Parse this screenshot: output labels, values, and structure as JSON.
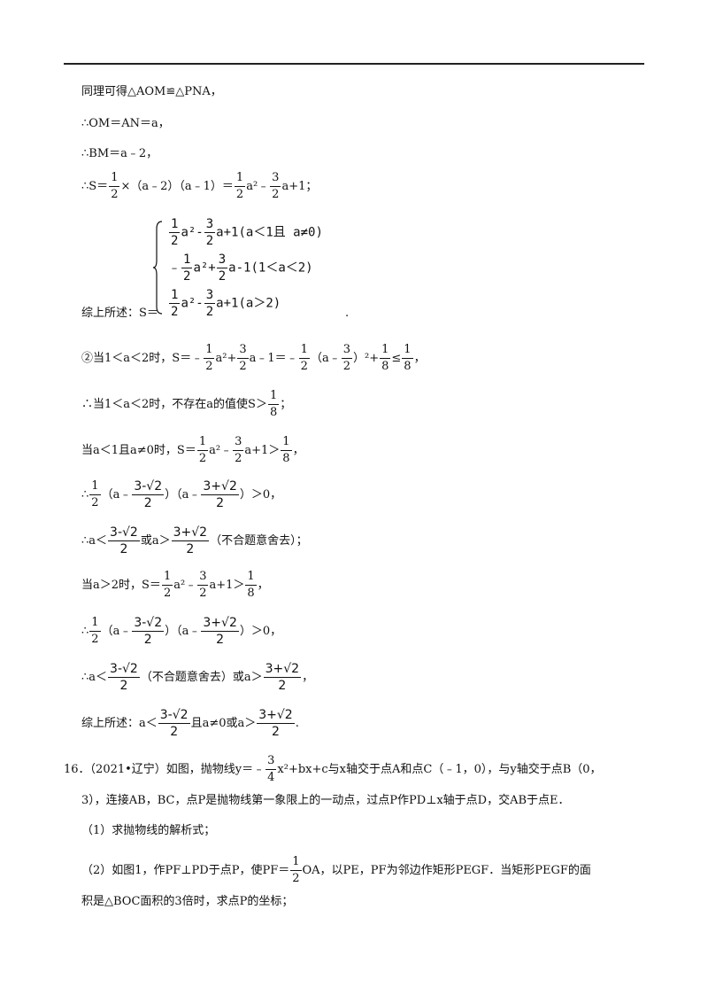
{
  "lines": {
    "l1": "同理可得△AOM≌△PNA，",
    "l2": "∴OM＝AN＝a，",
    "l3": "∴BM＝a﹣2，",
    "l4_prefix": "∴S＝",
    "l4_mid": "×（a﹣2）（a﹣1）＝",
    "l4_a2": "a²﹣",
    "l4_tail": "a+1；",
    "piece1_tail": "a+1(a＜1且 a≠0)",
    "piece2_pre": "﹣",
    "piece2_tail": "a-1(1＜a＜2)",
    "piece3_tail": "a+1(a＞2)",
    "l5_prefix": "综上所述：S＝",
    "l5_dot": ".",
    "l6_prefix": "②当1＜a＜2时，S＝﹣",
    "l6_a": "a²+",
    "l6_mid": "a﹣1＝﹣",
    "l6_paren": "（a﹣",
    "l6_sq": "）²+",
    "l6_le": "≤",
    "l6_end": "，",
    "l7_prefix": "∴当1＜a＜2时，不存在a的值使S＞",
    "l7_end": "；",
    "l8_prefix": "当a＜1且a≠0时，S＝",
    "l8_a": "a²﹣",
    "l8_mid": "a+1＞",
    "l8_end": "，",
    "l9_prefix": "∴",
    "l9_p1": "（a﹣",
    "l9_p2": "）（a﹣",
    "l9_end": "）＞0，",
    "l10_prefix": "∴a＜",
    "l10_or": "或a＞",
    "l10_end": "（不合题意舍去）；",
    "l11_prefix": "当a＞2时，S＝",
    "l11_a": "a²﹣",
    "l11_mid": "a+1＞",
    "l11_end": "，",
    "l12_prefix": "∴",
    "l12_p1": "（a﹣",
    "l12_p2": "）（a﹣",
    "l12_end": "）＞0，",
    "l13_prefix": "∴a＜",
    "l13_mid": "（不合题意舍去）或a＞",
    "l13_end": "，",
    "l14_prefix": "综上所述：a＜",
    "l14_mid": "且a≠0或a＞",
    "l14_end": "."
  },
  "fractions": {
    "half": [
      "1",
      "2"
    ],
    "threehalf": [
      "3",
      "2"
    ],
    "eighth": [
      "1",
      "8"
    ],
    "three_minus": [
      "3-√2",
      "2"
    ],
    "three_plus": [
      "3+√2",
      "2"
    ],
    "threequarter": [
      "3",
      "4"
    ]
  },
  "problem16": {
    "p1_prefix": "16．（2021•辽宁）如图，抛物线y＝﹣",
    "p1_tail": "x²+bx+c与x轴交于点A和点C（﹣1，0），与y轴交于点B（0，",
    "p2": "3），连接AB，BC，点P是抛物线第一象限上的一动点，过点P作PD⊥x轴于点D，交AB于点E．",
    "p3": "（1）求抛物线的解析式；",
    "p4_prefix": "（2）如图1，作PF⊥PD于点P，使PF＝",
    "p4_tail": "OA，以PE，PF为邻边作矩形PEGF．当矩形PEGF的面",
    "p5": "积是△BOC面积的3倍时，求点P的坐标；"
  }
}
